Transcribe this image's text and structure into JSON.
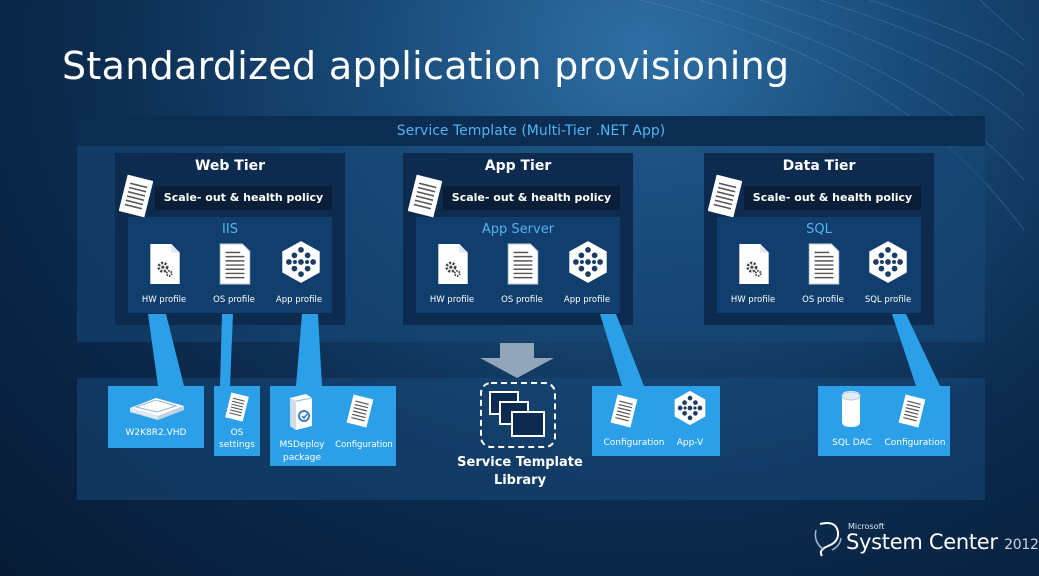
{
  "slide": {
    "title": "Standardized application provisioning"
  },
  "service_template": {
    "header": "Service Template (Multi-Tier .NET App)",
    "tiers": [
      {
        "name": "Web Tier",
        "policy": "Scale- out & health policy",
        "server": "IIS",
        "items": [
          "HW profile",
          "OS profile",
          "App profile"
        ]
      },
      {
        "name": "App Tier",
        "policy": "Scale- out & health policy",
        "server": "App Server",
        "items": [
          "HW profile",
          "OS profile",
          "App profile"
        ]
      },
      {
        "name": "Data Tier",
        "policy": "Scale- out & health policy",
        "server": "SQL",
        "items": [
          "HW profile",
          "OS profile",
          "SQL profile"
        ]
      }
    ]
  },
  "library": {
    "title_line1": "Service Template",
    "title_line2": "Library",
    "vhd": "W2K8R2.VHD",
    "os_line1": "OS",
    "os_line2": "settings",
    "msdeploy_line1": "MSDeploy",
    "msdeploy_line2": "package",
    "configuration_web": "Configuration",
    "configuration_app": "Configuration",
    "appv": "App-V",
    "sqldac": "SQL DAC",
    "configuration_sql": "Configuration"
  },
  "branding": {
    "company": "Microsoft",
    "product": "System Center",
    "year": "2012"
  },
  "icons": {
    "document": "document-icon",
    "gear_file": "gear-file-icon",
    "hexagon": "hexagon-cluster-icon",
    "server": "server-icon",
    "package": "package-icon",
    "database": "database-icon",
    "templates": "stacked-windows-icon"
  },
  "colors": {
    "accent_blue": "#2ba0e8",
    "link_blue": "#4fb4f2",
    "tier_dark": "#0d2b4e"
  }
}
